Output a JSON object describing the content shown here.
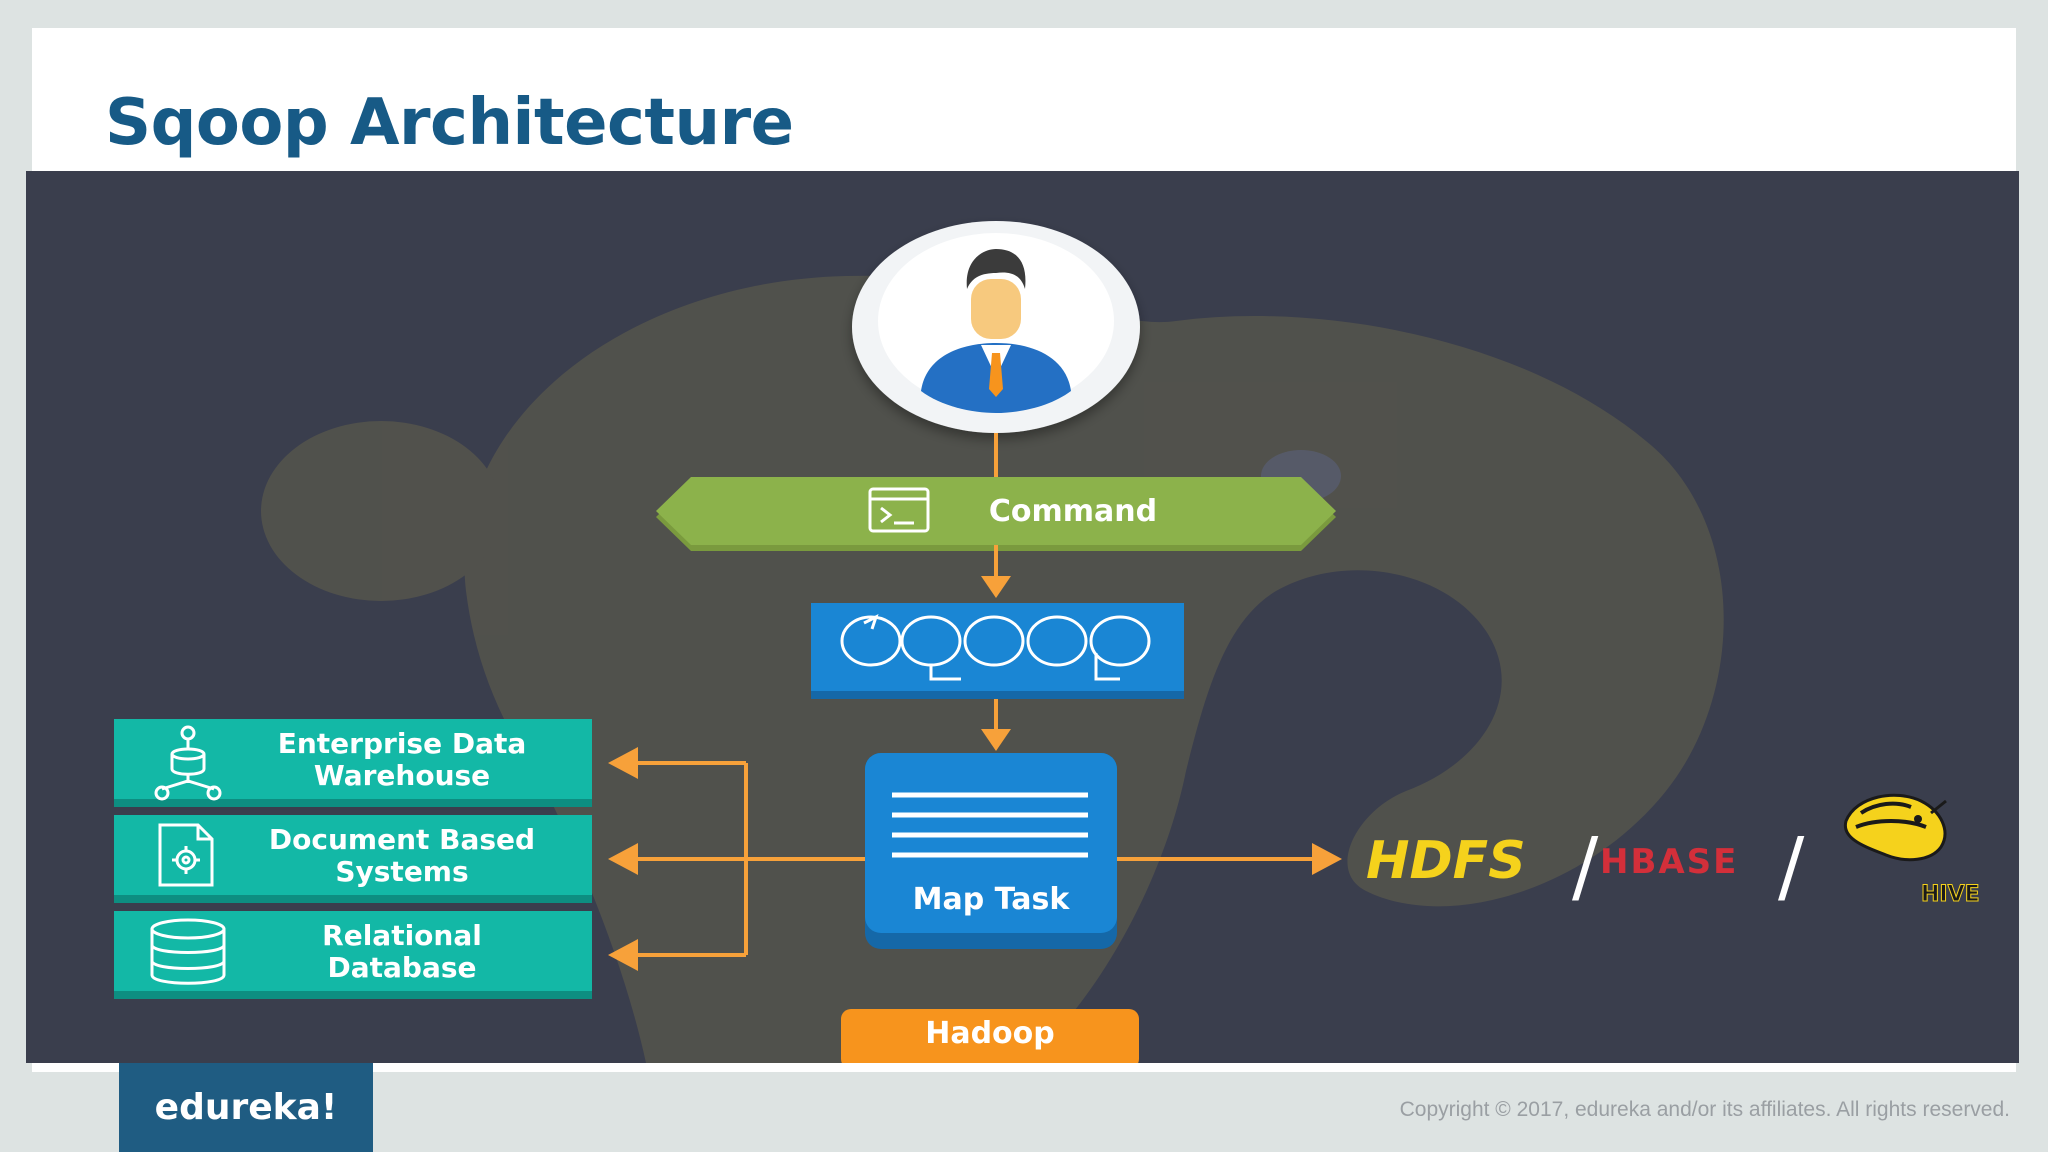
{
  "slide": {
    "title": "Sqoop Architecture",
    "copyright": "Copyright © 2017, edureka and/or its affiliates. All rights reserved.",
    "logo_text": "edureka!"
  },
  "diagram": {
    "command_label": "Command",
    "sqoop_logo_text": "sqoop",
    "map_task_label": "Map Task",
    "hadoop_label": "Hadoop",
    "sources": [
      {
        "line1": "Enterprise Data",
        "line2": "Warehouse",
        "icon": "data-warehouse-icon"
      },
      {
        "line1": "Document Based",
        "line2": "Systems",
        "icon": "document-gear-icon"
      },
      {
        "line1": "Relational",
        "line2": "Database",
        "icon": "database-icon"
      }
    ],
    "targets": {
      "hdfs": "HDFS",
      "separator": "/",
      "hbase": "HBASE",
      "hive": "HIVE"
    }
  },
  "colors": {
    "title": "#175a86",
    "panel": "#3a3e4d",
    "command": "#8cb24b",
    "sqoop": "#1a86d4",
    "map_task": "#1a86d4",
    "source_boxes": "#13b8a6",
    "arrows": "#f7a13a",
    "hadoop": "#f7941d",
    "hdfs": "#f5d21c",
    "hbase": "#d32f3a",
    "logo_bg": "#1f5c82"
  }
}
